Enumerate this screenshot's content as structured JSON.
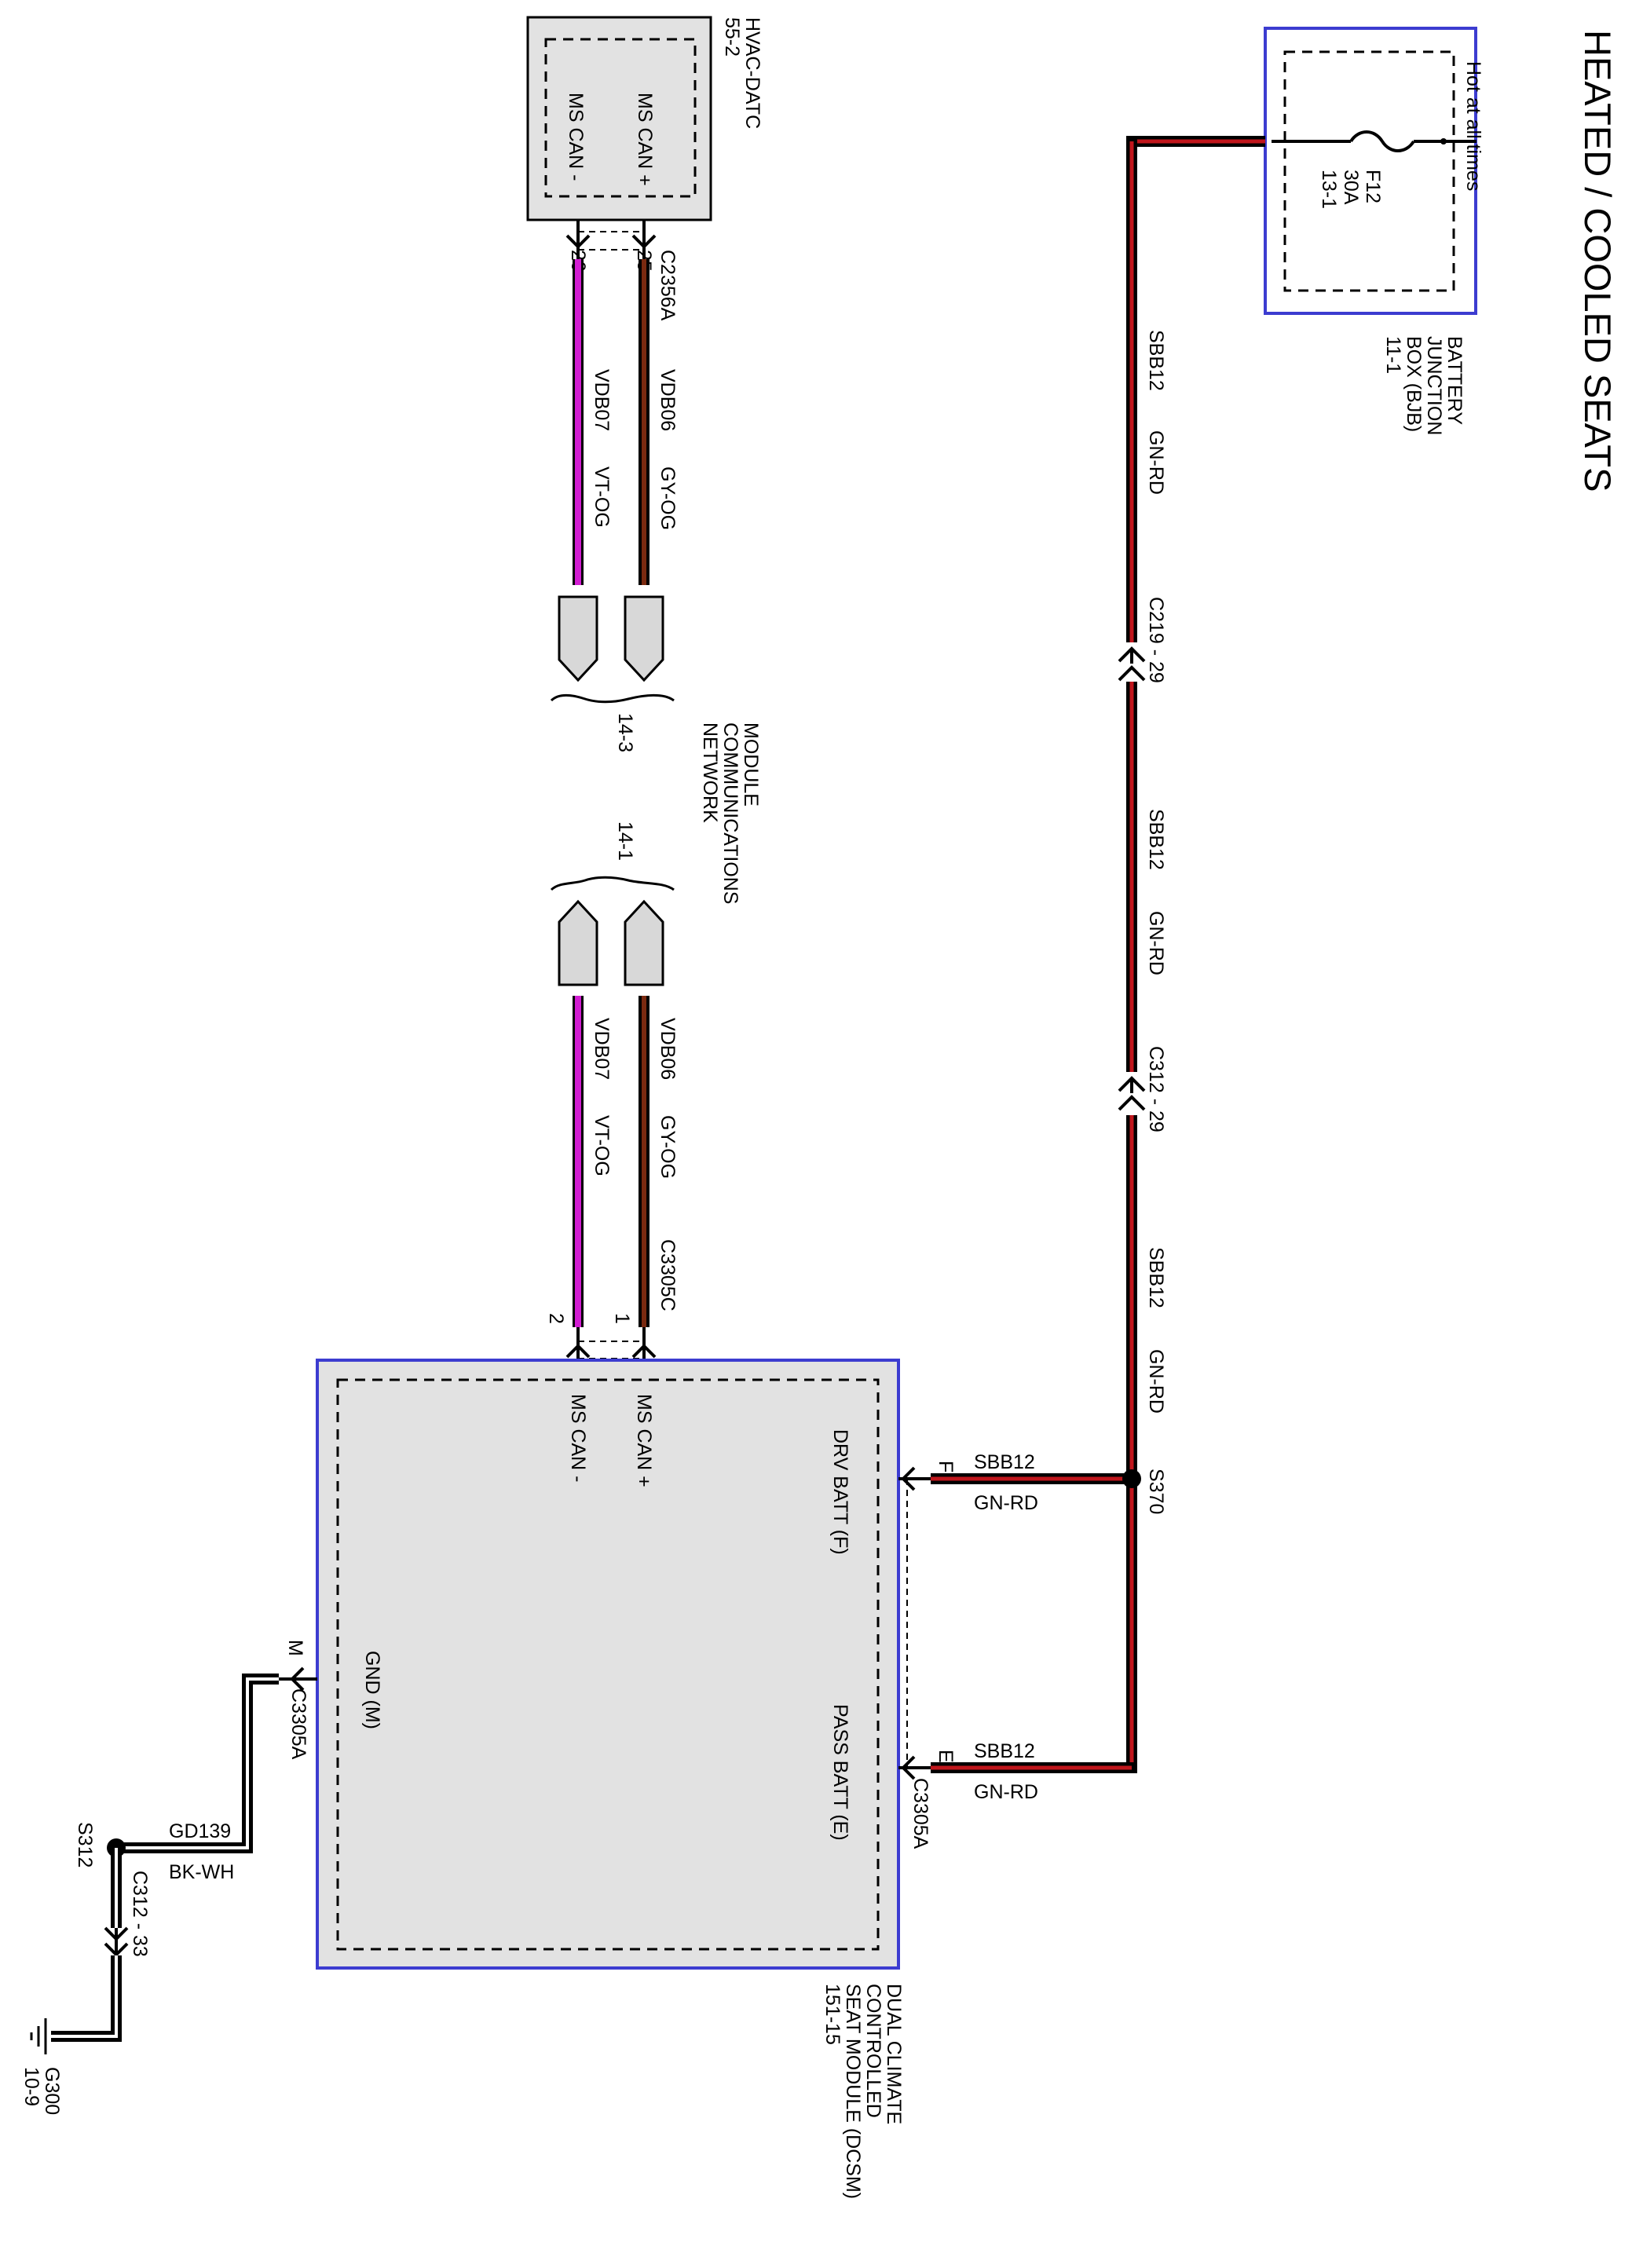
{
  "title": "HEATED / COOLED SEATS",
  "colors": {
    "wire_gn_rd": "#c0161c",
    "wire_gy_og": "#7a2a10",
    "wire_vt_og": "#d21ed2",
    "wire_bk_wh": "#000000",
    "module_border": "#3c3cd0",
    "module_fill": "#e2e2e2",
    "connector_fill": "#d8d8d8"
  },
  "modules": {
    "bjb": {
      "name_lines": [
        "BATTERY",
        "JUNCTION",
        "BOX (BJB)",
        "11-1"
      ],
      "note": "Hot at all times",
      "fuse": [
        "F12",
        "30A",
        "13-1"
      ]
    },
    "hvac": {
      "name_lines": [
        "HVAC-DATC",
        "55-2"
      ],
      "pin_a": "MS CAN +",
      "pin_b": "MS CAN -"
    },
    "dcsm": {
      "name_lines": [
        "DUAL CLIMATE",
        "CONTROLLED",
        "SEAT MODULE (DCSM)",
        "151-15"
      ],
      "pins": {
        "drv_batt": "DRV BATT (F)",
        "pass_batt": "PASS BATT (E)",
        "ms_can_plus": "MS CAN +",
        "ms_can_minus": "MS CAN -",
        "gnd": "GND (M)"
      }
    }
  },
  "connectors": {
    "c2356a": "C2356A",
    "c2356a_pins": [
      "25",
      "26"
    ],
    "c219": "C219 - 29",
    "c312_29": "C312 - 29",
    "c3305c": "C3305C",
    "c3305c_pins": [
      "1",
      "2"
    ],
    "c3305a_gnd": "C3305A",
    "c3305a_gnd_pin": "M",
    "c3305a_batt": "C3305A",
    "pin_f": "F",
    "pin_e": "E",
    "c312_33": "C312 - 33"
  },
  "splices": {
    "s370": "S370",
    "s312": "S312"
  },
  "ground": {
    "id": "G300",
    "ref": "10-9"
  },
  "network": {
    "lines": [
      "MODULE",
      "COMMUNICATIONS",
      "NETWORK"
    ],
    "ref_top": "14-3",
    "ref_bottom": "14-1"
  },
  "wires": {
    "sbb12": "SBB12",
    "gn_rd": "GN-RD",
    "vdb06": "VDB06",
    "gy_og": "GY-OG",
    "vdb07": "VDB07",
    "vt_og": "VT-OG",
    "gd139": "GD139",
    "bk_wh": "BK-WH"
  }
}
